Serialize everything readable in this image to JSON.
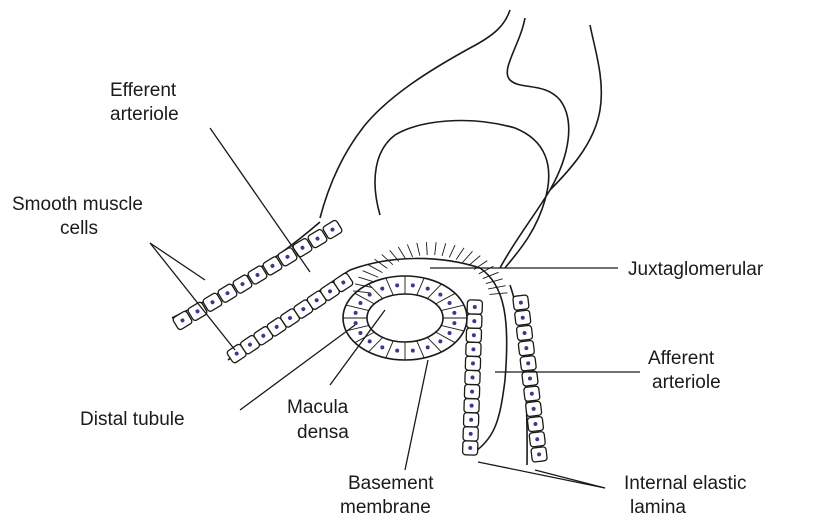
{
  "labels": {
    "efferent_arteriole": [
      "Efferent",
      "arteriole"
    ],
    "smooth_muscle_cells": [
      "Smooth muscle",
      "cells"
    ],
    "juxtaglomerular": "Juxtaglomerular",
    "afferent_arteriole": [
      "Afferent",
      "arteriole"
    ],
    "distal_tubule": "Distal tubule",
    "macula_densa": [
      "Macula",
      "densa"
    ],
    "basement_membrane": [
      "Basement",
      "membrane"
    ],
    "internal_elastic_lamina": [
      "Internal elastic",
      "lamina"
    ]
  },
  "colors": {
    "line": "#1a1a1a",
    "nucleus": "#3a3a8c",
    "background": "#ffffff"
  }
}
